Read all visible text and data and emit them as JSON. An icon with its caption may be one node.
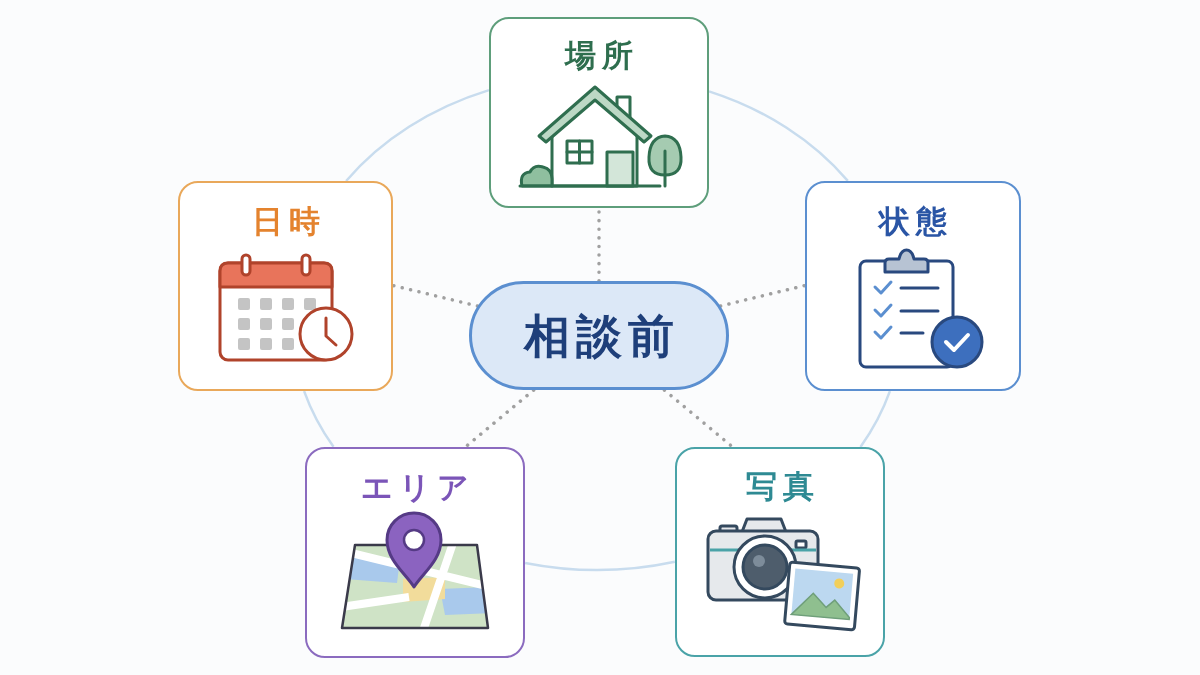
{
  "diagram": {
    "nodes": [
      {
        "text": [
          "相談前"
        ]
      },
      {
        "text": [
          "場所"
        ]
      },
      {
        "text": [
          "状態"
        ]
      },
      {
        "text": [
          "写真"
        ]
      },
      {
        "text": [
          "エリア"
        ]
      },
      {
        "text": [
          "日時"
        ]
      }
    ],
    "edges": [
      {
        "from": 0,
        "to": 1,
        "arrow": "none",
        "style": "dashed",
        "color": "#a0a0a0"
      },
      {
        "from": 0,
        "to": 2,
        "arrow": "none",
        "style": "dashed",
        "color": "#a0a0a0"
      },
      {
        "from": 0,
        "to": 3,
        "arrow": "none",
        "style": "dashed",
        "color": "#a0a0a0"
      },
      {
        "from": 0,
        "to": 4,
        "arrow": "none",
        "style": "dashed",
        "color": "#a0a0a0"
      },
      {
        "from": 0,
        "to": 5,
        "arrow": "none",
        "style": "dashed",
        "color": "#a0a0a0"
      },
      {
        "from": 1,
        "to": 2,
        "arrow": "none",
        "color": "#c8dcee"
      },
      {
        "from": 2,
        "to": 3,
        "arrow": "none",
        "color": "#c8dcee"
      },
      {
        "from": 3,
        "to": 4,
        "arrow": "none",
        "color": "#c8dcee"
      },
      {
        "from": 4,
        "to": 5,
        "arrow": "none",
        "color": "#c8dcee"
      },
      {
        "from": 5,
        "to": 1,
        "arrow": "none",
        "color": "#c8dcee"
      }
    ]
  }
}
